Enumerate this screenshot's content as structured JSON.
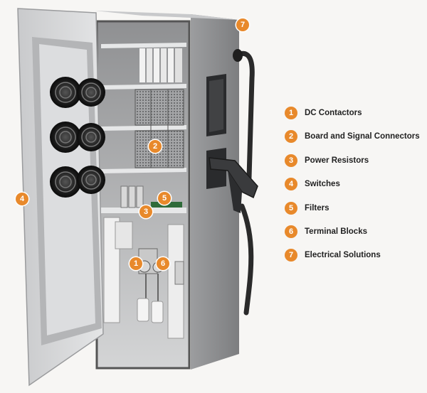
{
  "colors": {
    "accent": "#e8892b",
    "background": "#f7f6f4",
    "cabinet": "#bfc0c2",
    "cable": "#2a2a2a"
  },
  "diagram": {
    "markers": [
      {
        "number": "1",
        "component": "dc-contactors"
      },
      {
        "number": "2",
        "component": "board-and-signal-connectors"
      },
      {
        "number": "3",
        "component": "power-resistors"
      },
      {
        "number": "4",
        "component": "switches"
      },
      {
        "number": "5",
        "component": "filters"
      },
      {
        "number": "6",
        "component": "terminal-blocks"
      },
      {
        "number": "7",
        "component": "electrical-solutions"
      }
    ]
  },
  "legend": {
    "items": [
      {
        "number": "1",
        "label": "DC Contactors"
      },
      {
        "number": "2",
        "label": "Board and Signal Connectors"
      },
      {
        "number": "3",
        "label": "Power Resistors"
      },
      {
        "number": "4",
        "label": "Switches"
      },
      {
        "number": "5",
        "label": "Filters"
      },
      {
        "number": "6",
        "label": "Terminal Blocks"
      },
      {
        "number": "7",
        "label": "Electrical Solutions"
      }
    ]
  }
}
